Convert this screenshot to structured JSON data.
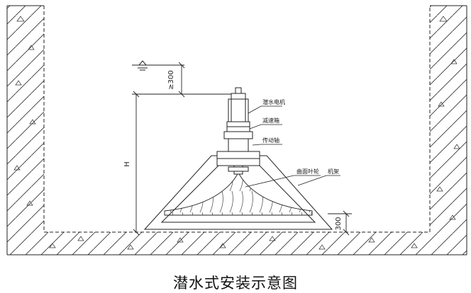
{
  "caption": "潜水式安装示意图",
  "labels": {
    "motor": "潜水电机",
    "reducer": "减速箱",
    "shaft": "传动轴",
    "impeller": "曲面叶轮",
    "frame": "机架"
  },
  "dimensions": {
    "water_clearance": "≥300",
    "height": "H",
    "bottom_clearance": "300"
  }
}
